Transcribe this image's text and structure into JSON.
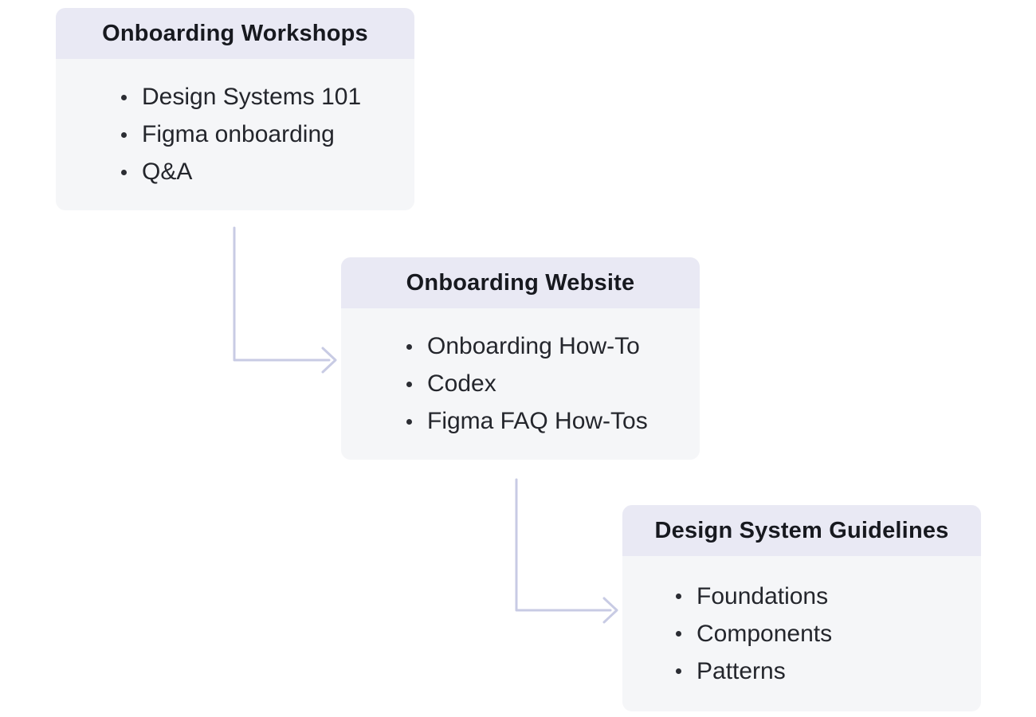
{
  "colors": {
    "page_bg": "#ffffff",
    "header_bg": "#e9e9f4",
    "body_bg": "#f5f6f8",
    "arrow": "#c8cbe4",
    "title_text": "#17191f",
    "body_text": "#24262c",
    "bullet": "#2b2d33"
  },
  "diagram": {
    "cards": [
      {
        "title": "Onboarding Workshops",
        "items": [
          "Design Systems 101",
          "Figma onboarding",
          "Q&A"
        ]
      },
      {
        "title": "Onboarding Website",
        "items": [
          "Onboarding How-To",
          "Codex",
          "Figma FAQ How-Tos"
        ]
      },
      {
        "title": "Design System Guidelines",
        "items": [
          "Foundations",
          "Components",
          "Patterns"
        ]
      }
    ],
    "connections": [
      {
        "from": "Onboarding Workshops",
        "to": "Onboarding Website"
      },
      {
        "from": "Onboarding Website",
        "to": "Design System Guidelines"
      }
    ]
  }
}
